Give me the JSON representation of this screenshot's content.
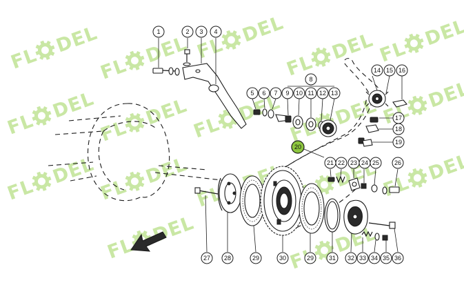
{
  "watermark": {
    "text": "FL",
    "text2": "DEL",
    "color": "#c9e7a4"
  },
  "highlight_color": "#8dc63f",
  "callouts": {
    "c1": "1",
    "c2": "2",
    "c3": "3",
    "c4": "4",
    "c5": "5",
    "c6": "6",
    "c7": "7",
    "c8": "8",
    "c9": "9",
    "c10": "10",
    "c11": "11",
    "c12": "12",
    "c13": "13",
    "c14": "14",
    "c15": "15",
    "c16": "16",
    "c17": "17",
    "c18": "18",
    "c19": "19",
    "c20": "20",
    "c21": "21",
    "c22": "22",
    "c23": "23",
    "c24": "24",
    "c25": "25",
    "c26": "26",
    "c27": "27",
    "c28": "28",
    "c29a": "29",
    "c30": "30",
    "c29b": "29",
    "c31": "31",
    "c32": "32",
    "c33": "33",
    "c34": "34",
    "c35": "35",
    "c36": "36"
  }
}
